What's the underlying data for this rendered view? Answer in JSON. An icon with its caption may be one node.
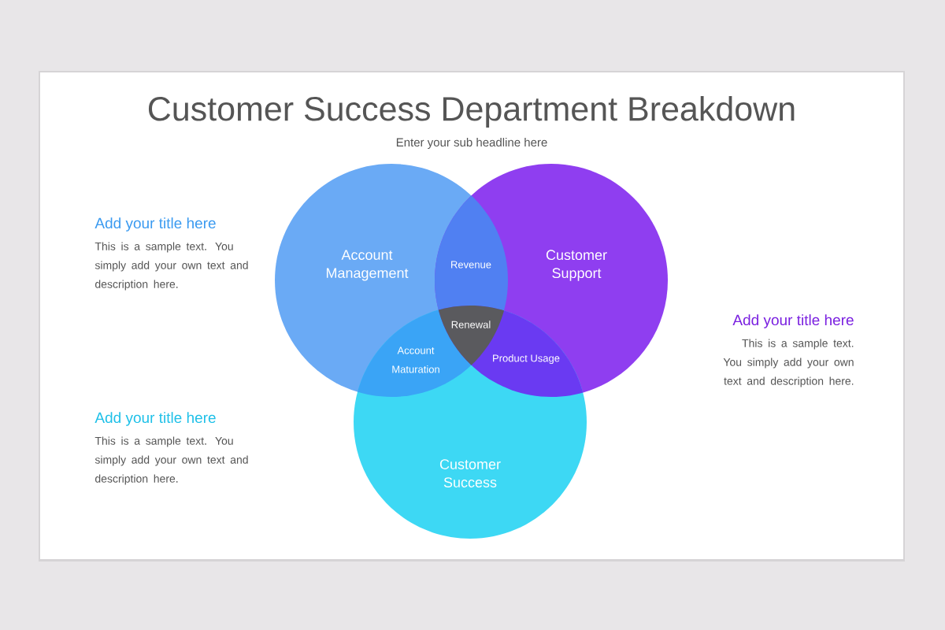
{
  "diagram": {
    "title": "Customer Success Department Breakdown",
    "nodes": [
      {
        "text": [
          "Account Management"
        ]
      },
      {
        "text": [
          "Customer Support"
        ]
      },
      {
        "text": [
          "Customer Success"
        ]
      }
    ],
    "labels": [
      "Enter your sub headline here",
      "Add your title here",
      "This is a sample text. You simply add your own text and description here.",
      "Revenue",
      "Add your title here",
      "Renewal",
      "This is a sample text. You simply add your own text and description here.",
      "Account Maturation",
      "Product Usage",
      "Add your title here",
      "This is a sample text. You simply add your own text and description here."
    ]
  }
}
